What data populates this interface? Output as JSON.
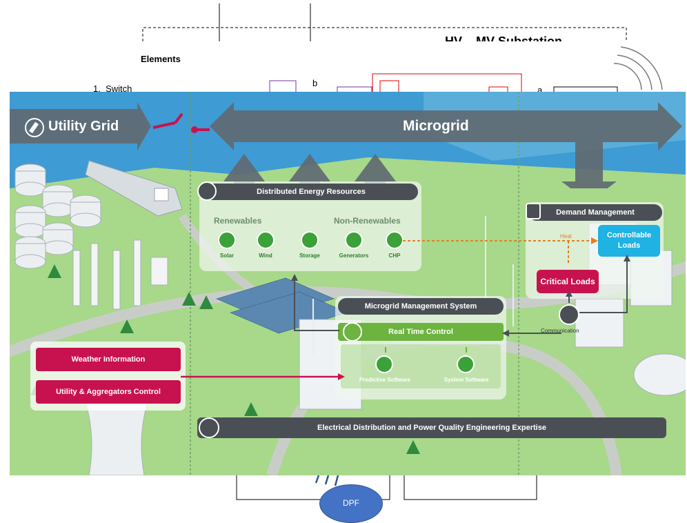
{
  "background_doc": {
    "heading": "Elements",
    "list_item_1": "1.  Switch",
    "label_a": "a",
    "label_b": "b",
    "partial_title": "HV – MV Substation",
    "dpf_label": "DPF"
  },
  "scene": {
    "utility_grid": "Utility Grid",
    "microgrid": "Microgrid",
    "der": {
      "title": "Distributed Energy Resources",
      "renewables": "Renewables",
      "non_renewables": "Non-Renewables",
      "items": [
        "Solar",
        "Wind",
        "Storage",
        "Generators",
        "CHP"
      ]
    },
    "demand": {
      "title": "Demand Management",
      "controllable": "Controllable Loads",
      "critical": "Critical Loads",
      "heat": "Heat",
      "communication": "Communication"
    },
    "mms": {
      "title": "Microgrid Management System",
      "realtime": "Real Time Control",
      "predictive": "Predictive Software",
      "system": "System Software"
    },
    "weather": "Weather Information",
    "utility_control": "Utility & Aggregators Control",
    "expertise": "Electrical Distribution and Power Quality Engineering Expertise"
  },
  "colors": {
    "ground_green": "#a8d88a",
    "water_blue": "#3e9bd3",
    "accent_magenta": "#c8124f",
    "mgmt_green": "#6cb33f",
    "cyan_box": "#1fb2e3",
    "dark_header": "#4a4f55"
  }
}
